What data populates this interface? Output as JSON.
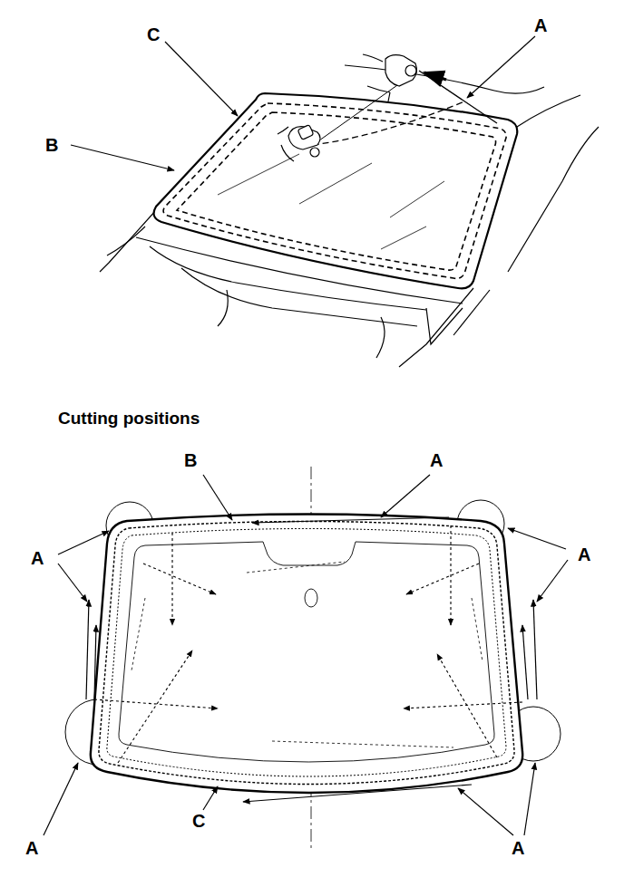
{
  "diagram": {
    "labels": [
      "A",
      "C",
      "B",
      "Cutting positions",
      "B",
      "A",
      "A",
      "A",
      "C",
      "A",
      "A"
    ]
  }
}
